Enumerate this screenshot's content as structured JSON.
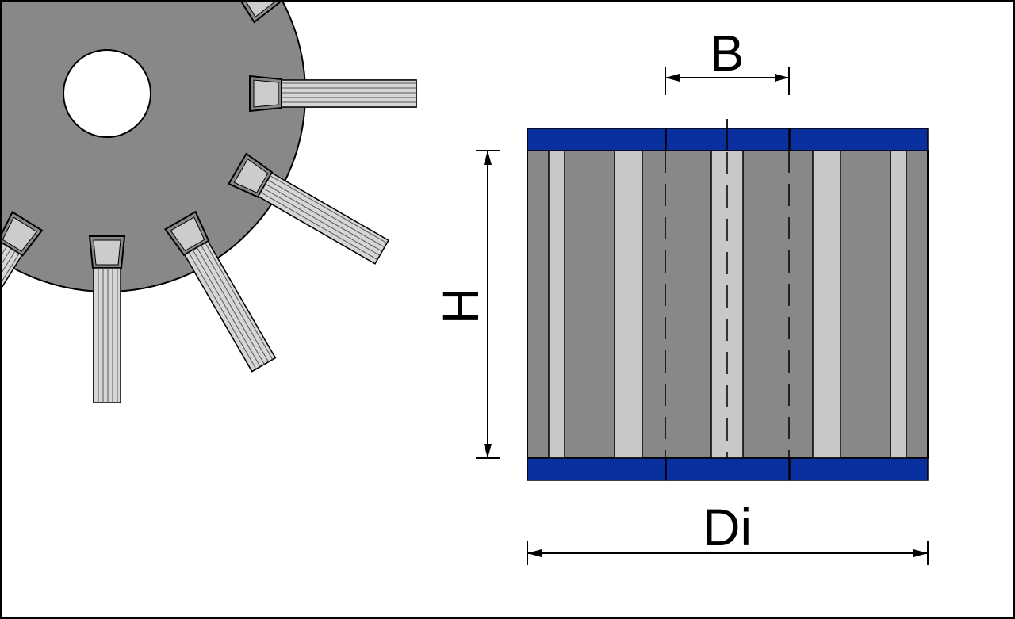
{
  "labels": {
    "width": "B",
    "height": "H",
    "diameter": "Di"
  },
  "colors": {
    "frame": "#000000",
    "wheel": "#888888",
    "segment_light": "#c8c8c8",
    "segment_dark": "#888888",
    "band_blue": "#0a2f9e",
    "bristle": "#d8d8d8",
    "bristle_line": "#555555",
    "background": "#ffffff"
  }
}
